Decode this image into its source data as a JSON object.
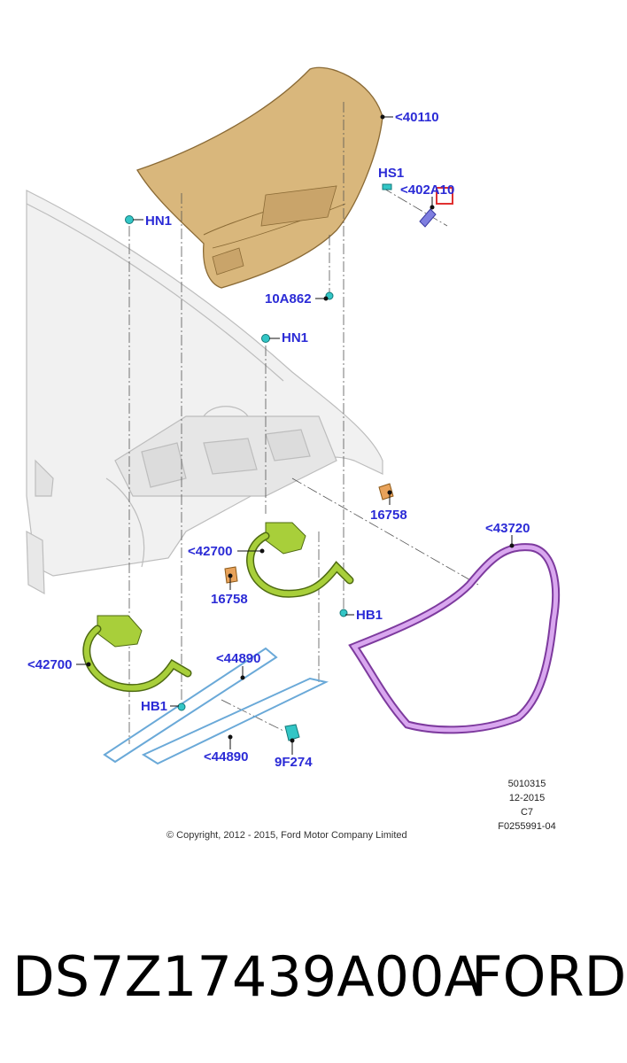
{
  "callouts": {
    "c40110": "<40110",
    "hs1": "HS1",
    "c402a10": "<402A10",
    "hn1_top": "HN1",
    "c10a862": "10A862",
    "hn1_mid": "HN1",
    "c16758_right": "16758",
    "c42700_upper": "<42700",
    "c16758_left": "16758",
    "c43720": "<43720",
    "hb1_right": "HB1",
    "c42700_lower": "<42700",
    "c44890_upper": "<44890",
    "hb1_left": "HB1",
    "c44890_lower": "<44890",
    "c9f274": "9F274"
  },
  "meta": {
    "code1": "5010315",
    "code2": "12-2015",
    "code3": "C7",
    "code4": "F0255991-04"
  },
  "copyright": "© Copyright, 2012 - 2015, Ford Motor Company Limited",
  "footer": {
    "part_number": "DS7Z17439A00A",
    "brand": "FORD"
  },
  "colors": {
    "callout_blue": "#2b2bd6",
    "lid_tan": "#d9b77c",
    "hinge_green": "#a8cf3a",
    "seal_purple": "#b46cd6",
    "rod_blue": "#6aa9d8",
    "fastener_cyan": "#33c6c6",
    "bracket_orange": "#e8a25a",
    "highlight_red": "#e03030"
  }
}
